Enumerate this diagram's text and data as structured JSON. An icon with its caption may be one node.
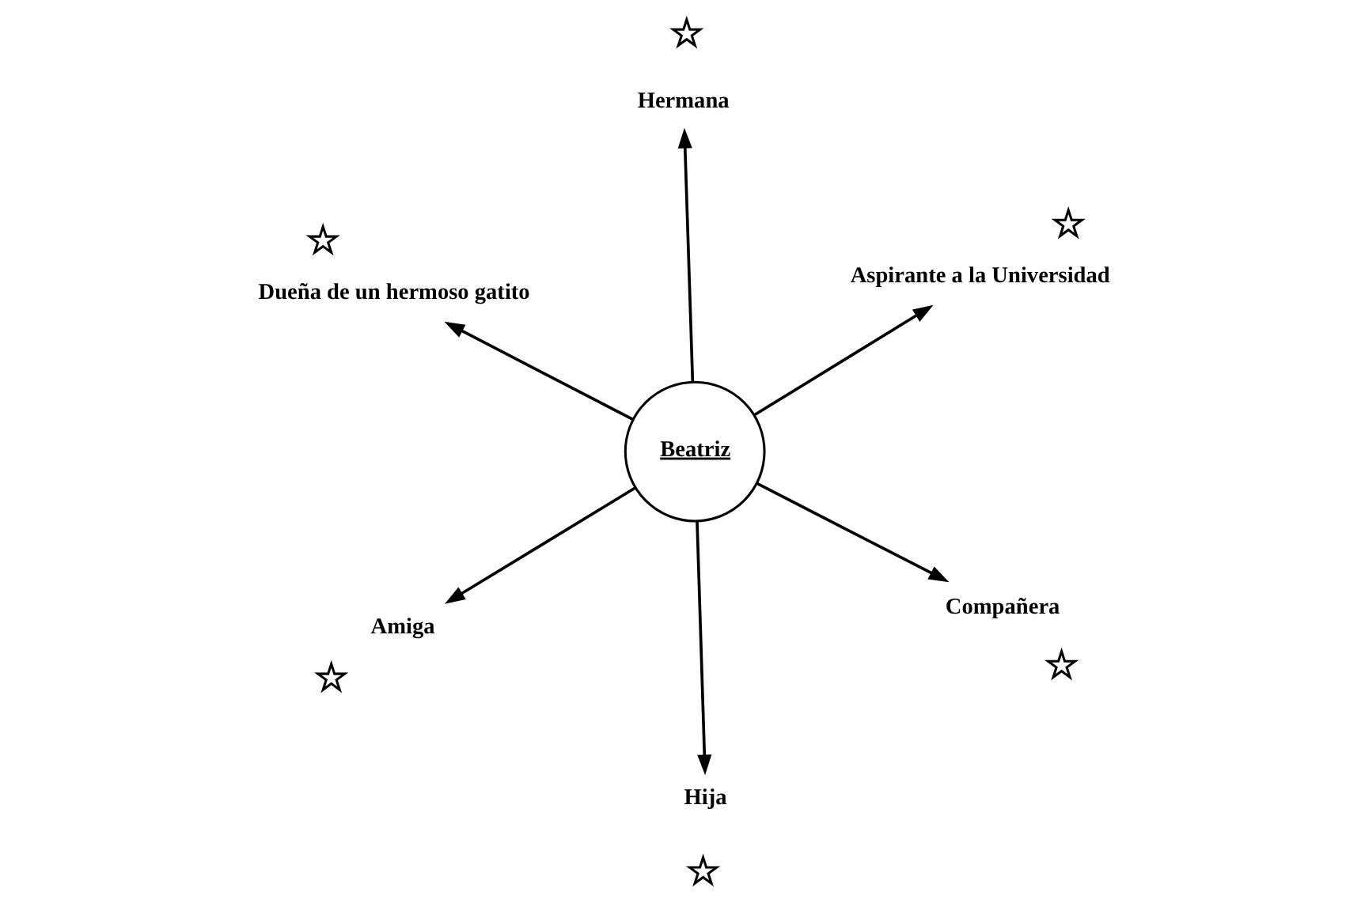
{
  "diagram": {
    "nodes": [
      {
        "text": [
          "Dueña de un hermoso gatito"
        ]
      },
      {
        "text": [],
        "shape": "star"
      },
      {
        "text": [
          "Hermana"
        ]
      },
      {
        "text": [],
        "shape": "star"
      },
      {
        "text": [
          "Amiga"
        ]
      },
      {
        "text": [],
        "shape": "star"
      },
      {
        "text": [
          "Beatriz"
        ]
      },
      {
        "text": [
          "Compañera"
        ]
      },
      {
        "text": [],
        "shape": "star"
      },
      {
        "text": [
          "Hija"
        ]
      },
      {
        "text": [],
        "shape": "star"
      },
      {
        "text": [
          "Aspirante a la Universidad"
        ]
      },
      {
        "text": [],
        "shape": "star"
      }
    ],
    "edges": [
      {
        "from": 6,
        "to": 0,
        "arrow": "to"
      },
      {
        "from": 6,
        "to": 2,
        "arrow": "to"
      },
      {
        "from": 6,
        "to": 4,
        "arrow": "to"
      },
      {
        "from": 6,
        "to": 7,
        "arrow": "to"
      },
      {
        "from": 6,
        "to": 9,
        "arrow": "to"
      },
      {
        "from": 6,
        "to": 11,
        "arrow": "to"
      }
    ]
  }
}
